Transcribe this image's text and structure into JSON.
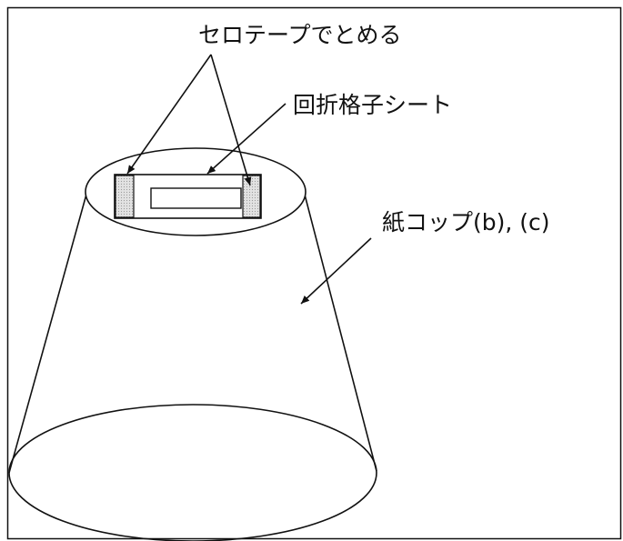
{
  "labels": {
    "tape": "セロテープでとめる",
    "grating_sheet": "回折格子シート",
    "paper_cup": "紙コップ(b), (c)"
  },
  "colors": {
    "ink": "#111111",
    "background": "#ffffff",
    "tape_fill": "#d9d9d9"
  }
}
